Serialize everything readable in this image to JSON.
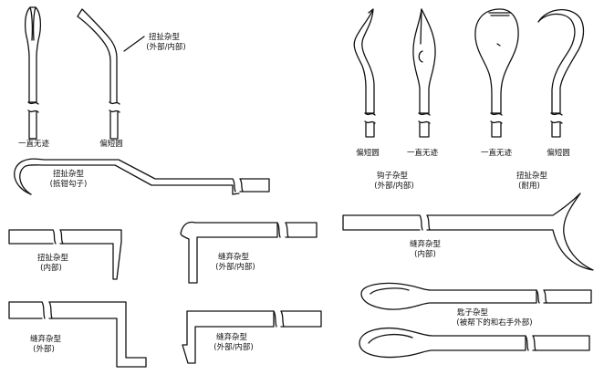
{
  "labels": {
    "top_left_a": "一直无迹",
    "top_left_b": "偏短圆",
    "top_left_type": "扭扯杂型",
    "top_left_type_sub": "(外部/内部)",
    "hook_long": "扭扯杂型",
    "hook_long_sub": "(抵钳勾子)",
    "top_right_a": "偏短圆",
    "top_right_b": "一直无迹",
    "top_right_c": "一直无迹",
    "top_right_d": "偏短圆",
    "tr_type1": "钩子杂型",
    "tr_type1_sub": "(外部/内部)",
    "tr_type2": "扭扯杂型",
    "tr_type2_sub": "(耐用)",
    "mid_l1": "扭扯杂型",
    "mid_l1_sub": "(内部)",
    "mid_l2": "缝弃杂型",
    "mid_l2_sub": "(外部/内部)",
    "mid_r": "缝弃杂型",
    "mid_r_sub": "(内部)",
    "bot_l1": "缝弃杂型",
    "bot_l1_sub": "(外部)",
    "bot_l2": "缝弃杂型",
    "bot_l2_sub": "(外部/内部)",
    "spoon": "匙子杂型",
    "spoon_sub": "(被帮下的和右手外部)"
  }
}
